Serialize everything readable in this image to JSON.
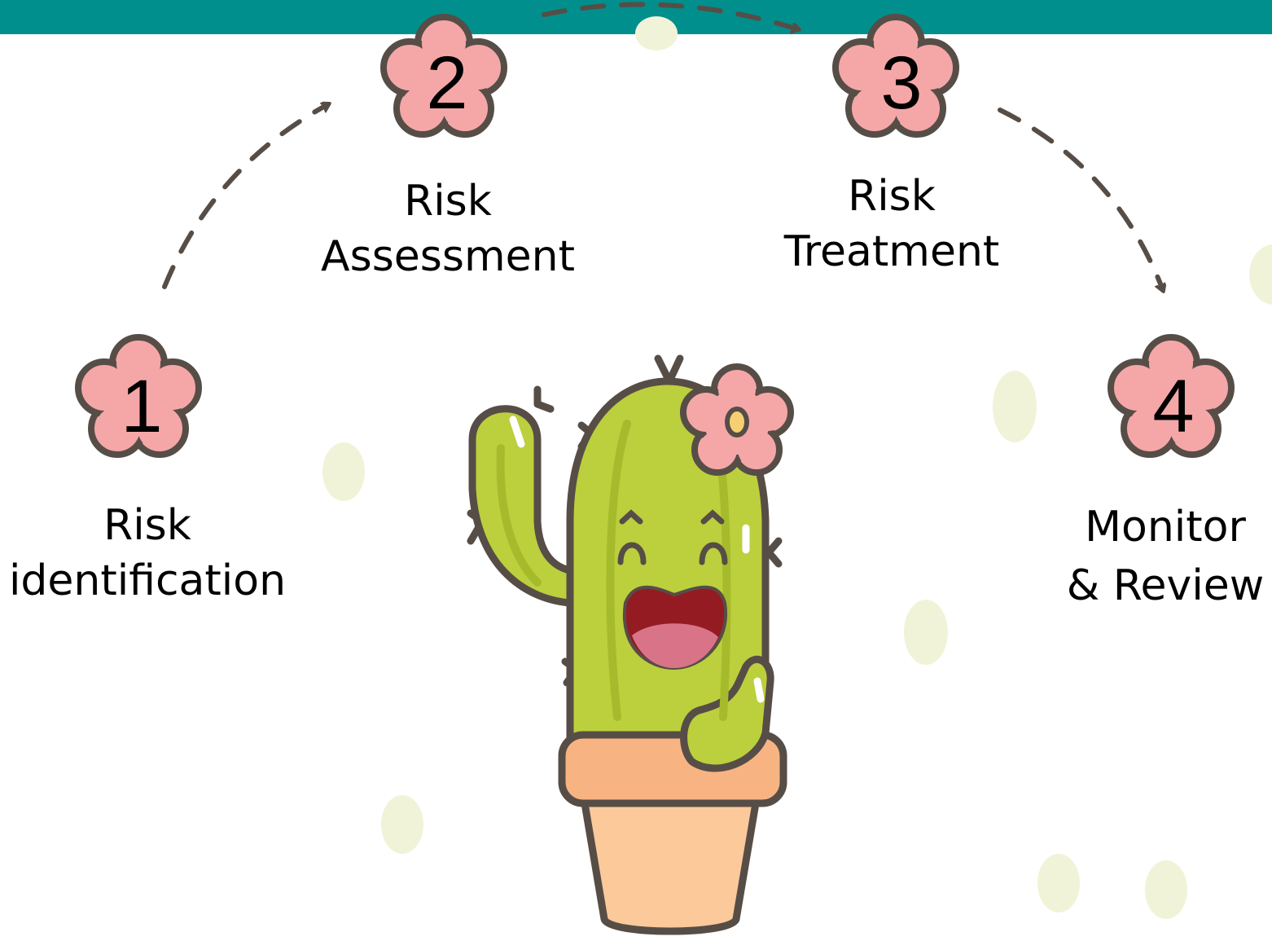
{
  "theme": {
    "header_bar_color": "#008f8c",
    "flower_color": "#f5a7a8",
    "outline_color": "#574d47",
    "cactus_color": "#bccf3d",
    "pot_color": "#fcc99b",
    "dot_color": "#f1f3d8"
  },
  "steps": [
    {
      "number": "1",
      "line1": "Risk",
      "line2": "identification"
    },
    {
      "number": "2",
      "line1": "Risk",
      "line2": "Assessment"
    },
    {
      "number": "3",
      "line1": "Risk",
      "line2": "Treatment"
    },
    {
      "number": "4",
      "line1": "Monitor",
      "line2": "& Review"
    }
  ],
  "illustration": {
    "name": "cactus-mascot-icon"
  }
}
